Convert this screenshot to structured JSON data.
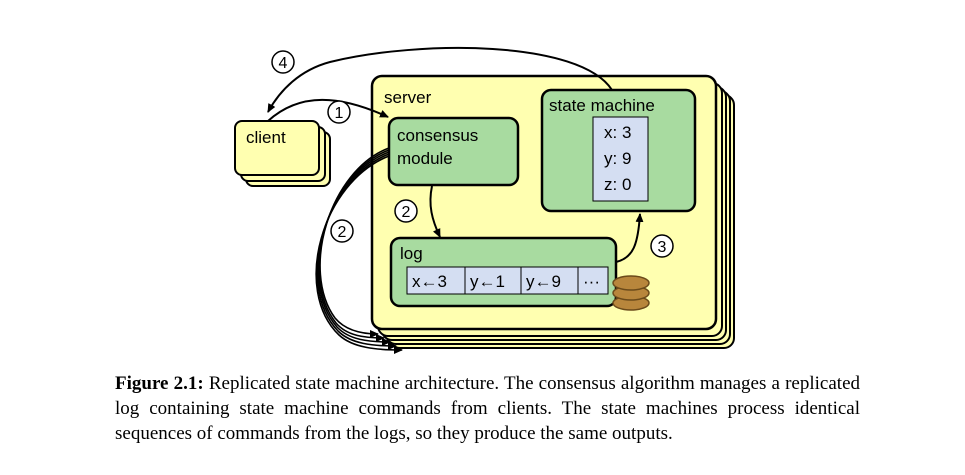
{
  "diagram": {
    "client_label": "client",
    "server_label": "server",
    "consensus_label_line1": "consensus",
    "consensus_label_line2": "module",
    "state_machine_label": "state machine",
    "state_values": [
      "x: 3",
      "y: 9",
      "z: 0"
    ],
    "log_label": "log",
    "log_entries": [
      "x←3",
      "y←1",
      "y←9",
      "···"
    ],
    "steps": [
      "1",
      "2",
      "2",
      "3",
      "4"
    ],
    "colors": {
      "server_fill": "#ffffb0",
      "module_fill": "#a8dba0",
      "cell_fill": "#d4def2",
      "disk_fill": "#b8863c",
      "stroke": "#000000"
    }
  },
  "caption": {
    "label": "Figure 2.1:",
    "text": "Replicated state machine architecture. The consensus algorithm manages a replicated log containing state machine commands from clients. The state machines process identical sequences of commands from the logs, so they produce the same outputs."
  }
}
